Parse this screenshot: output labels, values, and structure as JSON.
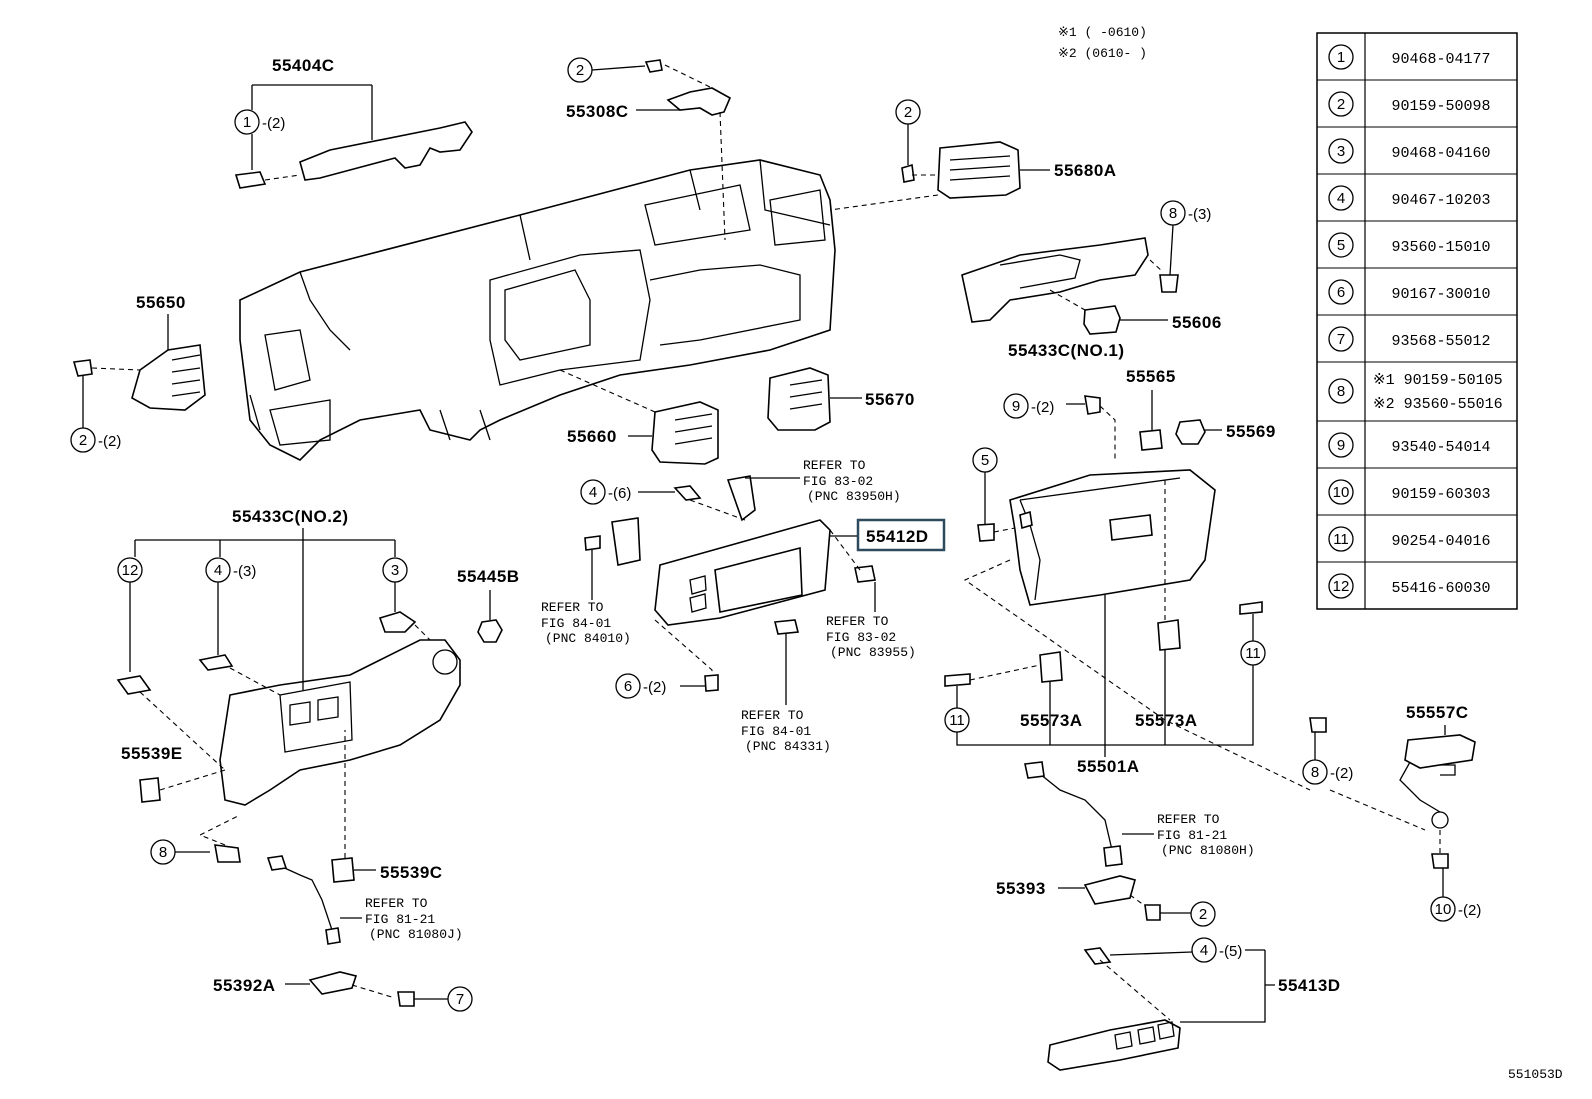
{
  "notes": {
    "n1": "※1 (     -0610)",
    "n2": "※2 (0610-     )"
  },
  "figure_code": "551053D",
  "table": [
    {
      "no": "1",
      "part": "90468-04177"
    },
    {
      "no": "2",
      "part": "90159-50098"
    },
    {
      "no": "3",
      "part": "90468-04160"
    },
    {
      "no": "4",
      "part": "90467-10203"
    },
    {
      "no": "5",
      "part": "93560-15010"
    },
    {
      "no": "6",
      "part": "90167-30010"
    },
    {
      "no": "7",
      "part": "93568-55012"
    },
    {
      "no": "8",
      "part": "※1 90159-50105",
      "part2": "※2 93560-55016"
    },
    {
      "no": "9",
      "part": "93540-54014"
    },
    {
      "no": "10",
      "part": "90159-60303"
    },
    {
      "no": "11",
      "part": "90254-04016"
    },
    {
      "no": "12",
      "part": "55416-60030"
    }
  ],
  "parts": {
    "p55404C": "55404C",
    "p55308C": "55308C",
    "p55680A": "55680A",
    "p55650": "55650",
    "p55660": "55660",
    "p55670": "55670",
    "p55433C1": "55433C(NO.1)",
    "p55606": "55606",
    "p55565": "55565",
    "p55569": "55569",
    "p55412D": "55412D",
    "p55433C2": "55433C(NO.2)",
    "p55445B": "55445B",
    "p55539E": "55539E",
    "p55539C": "55539C",
    "p55392A": "55392A",
    "p55573A_1": "55573A",
    "p55573A_2": "55573A",
    "p55501A": "55501A",
    "p55557C": "55557C",
    "p55393": "55393",
    "p55413D": "55413D"
  },
  "callouts": {
    "c_55404C_1": {
      "no": "1",
      "qty": "-(2)"
    },
    "c_55308C_2": {
      "no": "2",
      "qty": ""
    },
    "c_55680A_2": {
      "no": "2",
      "qty": ""
    },
    "c_8_3": {
      "no": "8",
      "qty": "-(3)"
    },
    "c_55650_2": {
      "no": "2",
      "qty": "-(2)"
    },
    "c_9_2": {
      "no": "9",
      "qty": "-(2)"
    },
    "c_5": {
      "no": "5",
      "qty": ""
    },
    "c_4_6": {
      "no": "4",
      "qty": "-(6)"
    },
    "c_12": {
      "no": "12",
      "qty": ""
    },
    "c_4_3": {
      "no": "4",
      "qty": "-(3)"
    },
    "c_3": {
      "no": "3",
      "qty": ""
    },
    "c_6_2": {
      "no": "6",
      "qty": "-(2)"
    },
    "c_11_a": {
      "no": "11",
      "qty": ""
    },
    "c_11_b": {
      "no": "11",
      "qty": ""
    },
    "c_8_2": {
      "no": "8",
      "qty": "-(2)"
    },
    "c_8_lower": {
      "no": "8",
      "qty": ""
    },
    "c_2_55393": {
      "no": "2",
      "qty": ""
    },
    "c_4_5": {
      "no": "4",
      "qty": "-(5)"
    },
    "c_10_2": {
      "no": "10",
      "qty": "-(2)"
    },
    "c_7": {
      "no": "7",
      "qty": ""
    }
  },
  "refs": {
    "r1": {
      "l1": "REFER TO",
      "l2": "FIG 83-02",
      "l3": "(PNC 83950H)"
    },
    "r2": {
      "l1": "REFER TO",
      "l2": "FIG 84-01",
      "l3": "(PNC 84010)"
    },
    "r3": {
      "l1": "REFER TO",
      "l2": "FIG 83-02",
      "l3": "(PNC 83955)"
    },
    "r4": {
      "l1": "REFER TO",
      "l2": "FIG 84-01",
      "l3": "(PNC 84331)"
    },
    "r5": {
      "l1": "REFER TO",
      "l2": "FIG 81-21",
      "l3": "(PNC 81080J)"
    },
    "r6": {
      "l1": "REFER TO",
      "l2": "FIG 81-21",
      "l3": "(PNC 81080H)"
    }
  }
}
